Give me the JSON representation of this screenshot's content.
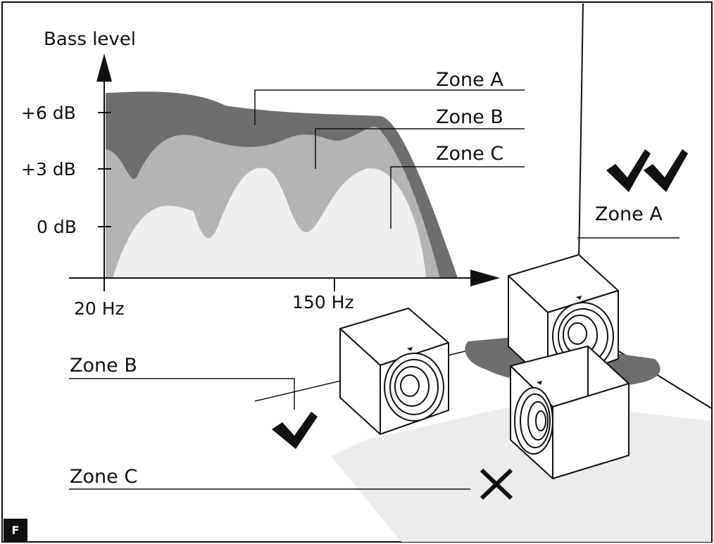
{
  "diagram": {
    "figure_tag": "F",
    "y_axis_label": "Bass level",
    "y_ticks": [
      "+6 dB",
      "+3 dB",
      "0 dB"
    ],
    "x_ticks": [
      "20 Hz",
      "150 Hz"
    ],
    "curves": [
      {
        "label": "Zone A",
        "color": "#6e6e6e"
      },
      {
        "label": "Zone B",
        "color": "#b4b4b4"
      },
      {
        "label": "Zone C",
        "color": "#eeeeee"
      }
    ],
    "placements": [
      {
        "label": "Zone A",
        "mark": "double-check-icon"
      },
      {
        "label": "Zone B",
        "mark": "check-icon"
      },
      {
        "label": "Zone C",
        "mark": "cross-icon"
      }
    ],
    "colors": {
      "ink": "#111111",
      "floor": "#ececec",
      "shadow": "#6e6e6e"
    }
  }
}
